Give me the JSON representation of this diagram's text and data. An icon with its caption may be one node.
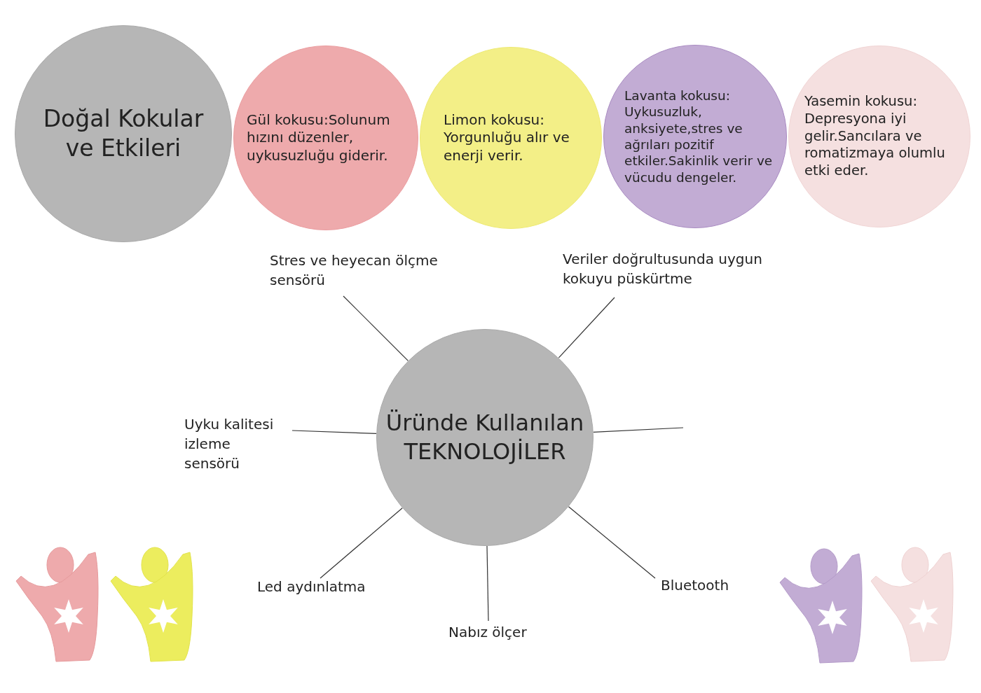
{
  "diagram": {
    "nodes": [
      {
        "text": [
          "Doğal Kokular ve Etkileri"
        ]
      },
      {
        "text": [
          "Gül kokusu:Solunum hızını düzenler, uykusuzluğu giderir."
        ]
      },
      {
        "text": [
          "Limon kokusu: Yorgunluğu alır ve enerji verir."
        ]
      },
      {
        "text": [
          "Lavanta kokusu: Uykusuzluk, anksiyete,stres ve ağrıları pozitif etkiler.Sakinlik verir ve vücudu dengeler."
        ]
      },
      {
        "text": [
          "Yasemin kokusu: Depresyona iyi gelir.Sancılara ve romatizmaya olumlu etki eder."
        ]
      },
      {
        "text": [
          "Üründe Kullanılan TEKNOLOJİLER"
        ]
      },
      {
        "text": [
          "Stres ve heyecan ölçme sensörü"
        ]
      },
      {
        "text": [
          "Veriler doğrultusunda uygun kokuyu püskürtme"
        ]
      },
      {
        "text": [
          "Uyku kalitesi izleme sensörü"
        ]
      },
      {
        "text": [
          "Led aydınlatma"
        ]
      },
      {
        "text": [
          "Nabız ölçer"
        ]
      },
      {
        "text": [
          "Bluetooth"
        ]
      }
    ],
    "edges": [
      {
        "from": 6,
        "to": 5,
        "arrow": "none"
      },
      {
        "from": 7,
        "to": 5,
        "arrow": "none"
      },
      {
        "from": 8,
        "to": 5,
        "arrow": "none"
      },
      {
        "from": null,
        "to": 5,
        "arrow": "none"
      },
      {
        "from": 9,
        "to": 5,
        "arrow": "none"
      },
      {
        "from": 10,
        "to": 5,
        "arrow": "none"
      },
      {
        "from": 11,
        "to": 5,
        "arrow": "none"
      }
    ]
  }
}
